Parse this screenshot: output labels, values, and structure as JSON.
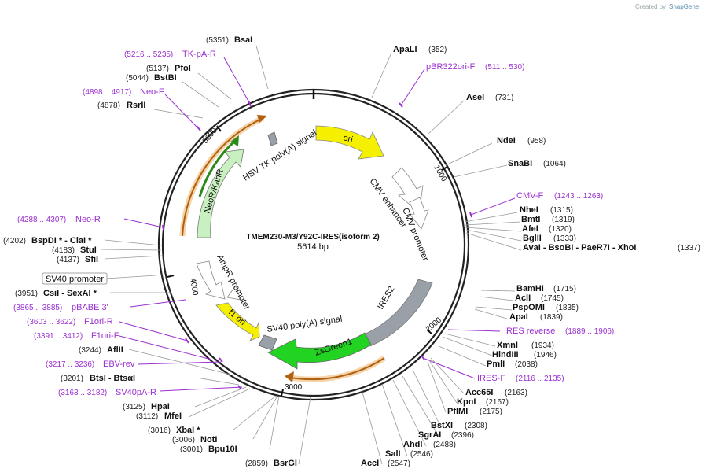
{
  "title": "TMEM230-M3/Y92C-IRES(isoform 2)",
  "length_label": "5614 bp",
  "credit": "Created by",
  "credit_brand": "SnapGene",
  "colors": {
    "primer": "#9b30d0",
    "yellow": "#f5f000",
    "green": "#22d322",
    "darkgreen": "#2a8a1a",
    "lightgreen": "#c8f0c0",
    "gray": "#9aa0a8",
    "orange": "#e8a040"
  },
  "ticks": [
    "1000",
    "2000",
    "3000",
    "4000",
    "5000"
  ],
  "features": [
    {
      "label": "ori",
      "kind": "yellow-arrow"
    },
    {
      "label": "CMV enhancer",
      "kind": "white-arrow"
    },
    {
      "label": "CMV promoter",
      "kind": "white-arrow"
    },
    {
      "label": "IRES2",
      "kind": "gray-box"
    },
    {
      "label": "ZsGreen1",
      "kind": "green-arrow"
    },
    {
      "label": "SV40 poly(A) signal",
      "kind": "gray-box"
    },
    {
      "label": "f1 ori",
      "kind": "yellow-arrow"
    },
    {
      "label": "AmpR promoter",
      "kind": "white-arrow"
    },
    {
      "label": "NeoR/KanR",
      "kind": "lightgreen-arrow"
    },
    {
      "label": "HSV TK poly(A) signal",
      "kind": "gray-box"
    }
  ],
  "enzymes": [
    {
      "name": "BsaI",
      "pos": "(5351)"
    },
    {
      "name": "PfoI",
      "pos": "(5137)"
    },
    {
      "name": "BstBI",
      "pos": "(5044)"
    },
    {
      "name": "RsrII",
      "pos": "(4878)"
    },
    {
      "name": "ApaLI",
      "pos": "(352)"
    },
    {
      "name": "AseI",
      "pos": "(731)"
    },
    {
      "name": "NdeI",
      "pos": "(958)"
    },
    {
      "name": "SnaBI",
      "pos": "(1064)"
    },
    {
      "name": "NheI",
      "pos": "(1315)"
    },
    {
      "name": "BmtI",
      "pos": "(1319)"
    },
    {
      "name": "AfeI",
      "pos": "(1320)"
    },
    {
      "name": "BglII",
      "pos": "(1333)"
    },
    {
      "name": "AvaI - BsoBI - PaeR7I - XhoI",
      "pos": "(1337)"
    },
    {
      "name": "BamHI",
      "pos": "(1715)"
    },
    {
      "name": "AclI",
      "pos": "(1745)"
    },
    {
      "name": "PspOMI",
      "pos": "(1835)"
    },
    {
      "name": "ApaI",
      "pos": "(1839)"
    },
    {
      "name": "XmnI",
      "pos": "(1934)"
    },
    {
      "name": "HindIII",
      "pos": "(1946)"
    },
    {
      "name": "PmlI",
      "pos": "(2038)"
    },
    {
      "name": "Acc65I",
      "pos": "(2163)"
    },
    {
      "name": "KpnI",
      "pos": "(2167)"
    },
    {
      "name": "PflMI",
      "pos": "(2175)"
    },
    {
      "name": "BstXI",
      "pos": "(2308)"
    },
    {
      "name": "SgrAI",
      "pos": "(2396)"
    },
    {
      "name": "AhdI",
      "pos": "(2488)"
    },
    {
      "name": "SalI",
      "pos": "(2546)"
    },
    {
      "name": "AccI",
      "pos": "(2547)"
    },
    {
      "name": "BsrGI",
      "pos": "(2859)"
    },
    {
      "name": "Bpu10I",
      "pos": "(3001)"
    },
    {
      "name": "NotI",
      "pos": "(3006)"
    },
    {
      "name": "XbaI *",
      "pos": "(3016)"
    },
    {
      "name": "MfeI",
      "pos": "(3112)"
    },
    {
      "name": "HpaI",
      "pos": "(3125)"
    },
    {
      "name": "BtsI - BtsαI",
      "pos": "(3201)"
    },
    {
      "name": "AflII",
      "pos": "(3244)"
    },
    {
      "name": "CsiI - SexAI *",
      "pos": "(3951)"
    },
    {
      "name": "SfiI",
      "pos": "(4137)"
    },
    {
      "name": "StuI",
      "pos": "(4183)"
    },
    {
      "name": "BspDI * - ClaI *",
      "pos": "(4202)"
    }
  ],
  "primers": [
    {
      "name": "TK-pA-R",
      "pos": "(5216 .. 5235)"
    },
    {
      "name": "Neo-F",
      "pos": "(4898 .. 4917)"
    },
    {
      "name": "pBR322ori-F",
      "pos": "(511 .. 530)"
    },
    {
      "name": "CMV-F",
      "pos": "(1243 .. 1263)"
    },
    {
      "name": "IRES reverse",
      "pos": "(1889 .. 1906)"
    },
    {
      "name": "IRES-F",
      "pos": "(2116 .. 2135)"
    },
    {
      "name": "Neo-R",
      "pos": "(4288 .. 4307)"
    },
    {
      "name": "pBABE 3'",
      "pos": "(3865 .. 3885)"
    },
    {
      "name": "F1ori-R",
      "pos": "(3603 .. 3622)"
    },
    {
      "name": "F1ori-F",
      "pos": "(3391 .. 3412)"
    },
    {
      "name": "EBV-rev",
      "pos": "(3217 .. 3236)"
    },
    {
      "name": "SV40pA-R",
      "pos": "(3163 .. 3182)"
    }
  ],
  "boxed_label": "SV40 promoter"
}
